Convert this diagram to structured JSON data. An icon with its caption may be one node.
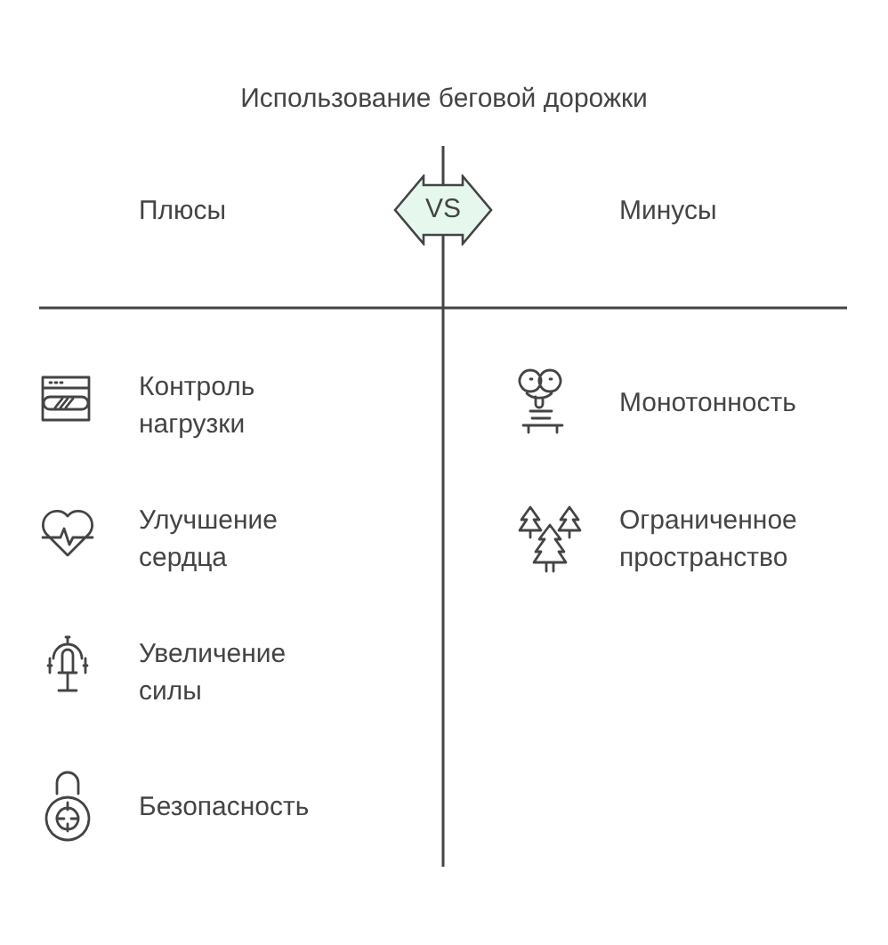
{
  "diagram": {
    "title": "Использование беговой дорожки",
    "nodes": [
      {
        "text": [
          "VS"
        ]
      }
    ],
    "labels": [
      "Плюсы",
      "Минусы",
      "Контроль нагрузки",
      "Монотонность",
      "Улучшение сердца",
      "Ограниченное пространство",
      "Увеличение силы",
      "Безопасность"
    ]
  }
}
